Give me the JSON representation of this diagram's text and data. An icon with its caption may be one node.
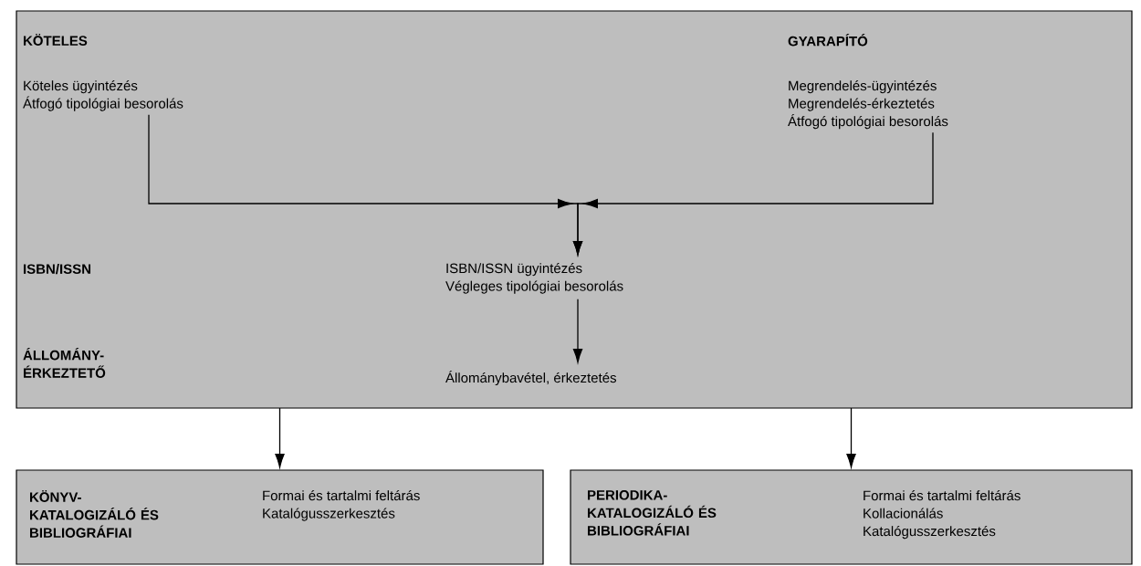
{
  "diagram": {
    "nodes": [
      {
        "text": [
          "KÖTELES",
          "GYARAPÍTÓ",
          "ISBN/ISSN",
          "ÁLLOMÁNY- ÉRKEZTETŐ"
        ]
      },
      {
        "text": [
          "Köteles ügyintézés",
          "Átfogó tipológiai besorolás"
        ],
        "in": 0
      },
      {
        "text": [
          "Megrendelés-ügyintézés",
          "Megrendelés-érkeztetés",
          "Átfogó tipológiai besorolás"
        ],
        "in": 0
      },
      {
        "text": [
          "ISBN/ISSN ügyintézés",
          "Végleges tipológiai besorolás"
        ],
        "in": 0
      },
      {
        "text": [
          "Állománybavétel, érkeztetés"
        ],
        "in": 0
      },
      {
        "text": [
          "KÖNYV- KATALOGIZÁLÓ ÉS BIBLIOGRÁFIAI",
          "Formai és tartalmi feltárás",
          "Katalógusszerkesztés"
        ]
      },
      {
        "text": [
          "PERIODIKA- KATALOGIZÁLÓ ÉS BIBLIOGRÁFIAI",
          "Formai és tartalmi feltárás",
          "Kollacionálás",
          "Katalógusszerkesztés"
        ]
      }
    ],
    "edges": [
      {
        "from": 1,
        "to": 3,
        "arrow": "to"
      },
      {
        "from": 2,
        "to": 3,
        "arrow": "to"
      },
      {
        "from": 3,
        "to": 4,
        "arrow": "to"
      },
      {
        "from": 0,
        "to": 5,
        "arrow": "to"
      },
      {
        "from": 0,
        "to": 6,
        "arrow": "to"
      }
    ]
  }
}
